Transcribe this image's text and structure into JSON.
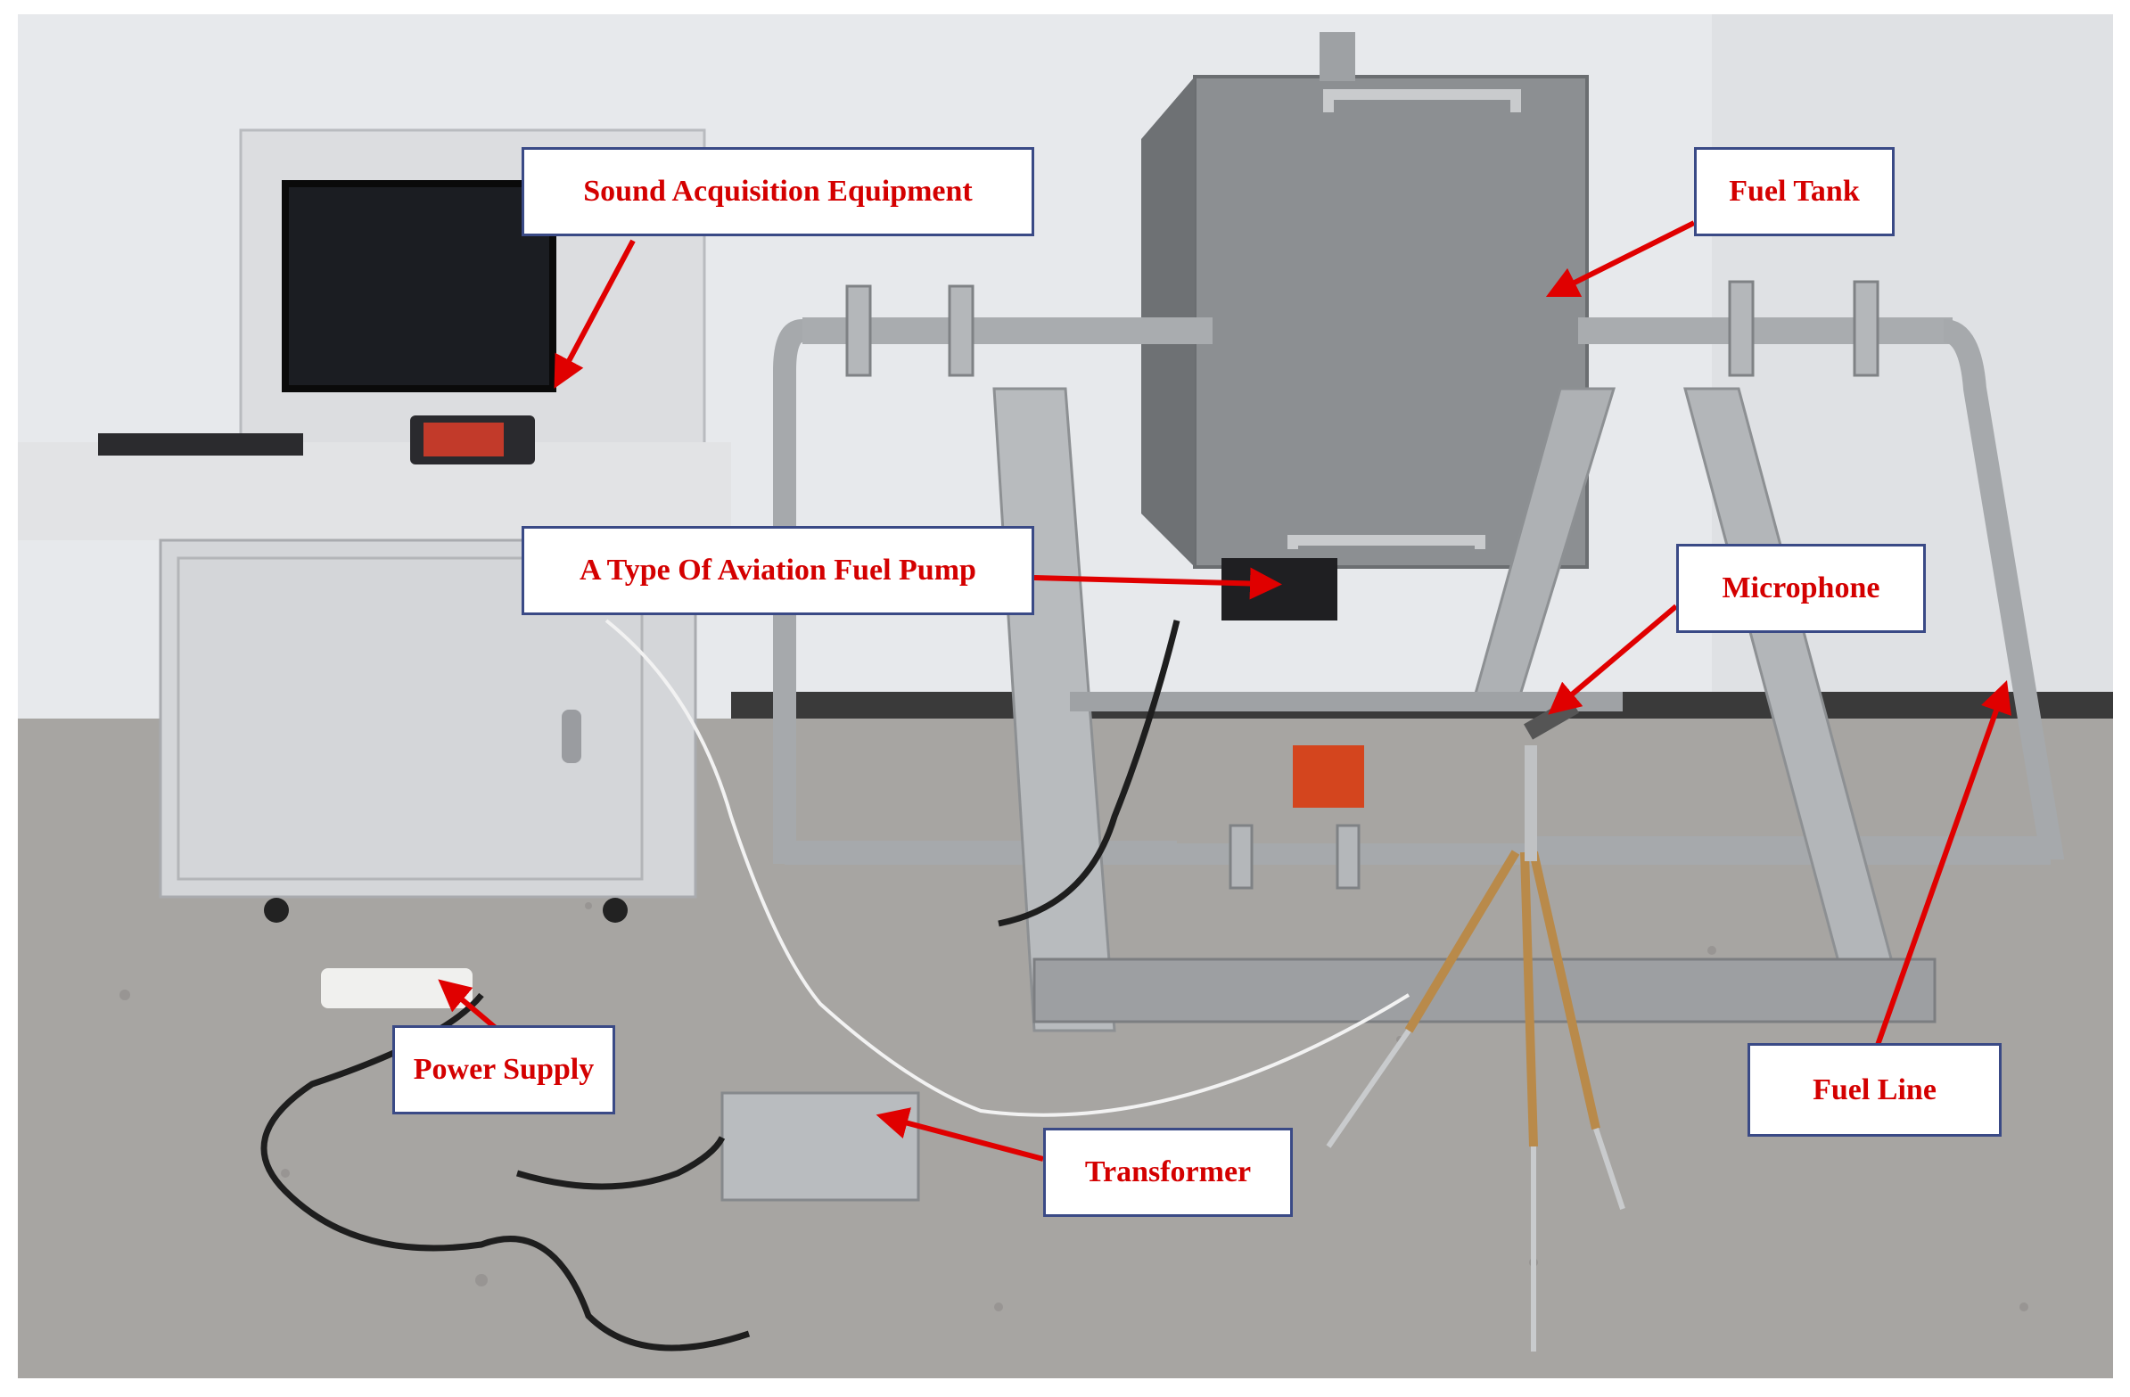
{
  "labels": {
    "sound_acquisition": "Sound Acquisition Equipment",
    "fuel_tank": "Fuel Tank",
    "fuel_pump": "A Type Of Aviation Fuel Pump",
    "microphone": "Microphone",
    "power_supply": "Power Supply",
    "transformer": "Transformer",
    "fuel_line": "Fuel Line"
  },
  "colors": {
    "label_text": "#d40000",
    "label_border": "#3a4a86",
    "arrow": "#e00000"
  }
}
